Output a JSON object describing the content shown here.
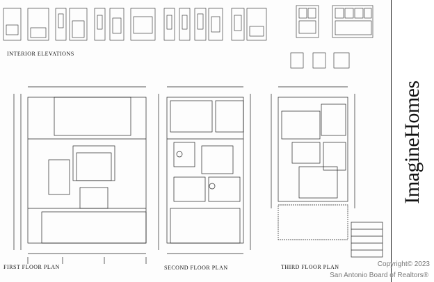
{
  "sheet": {
    "interior_elevations_title": "INTERIOR ELEVATIONS",
    "first_floor_title": "FIRST FLOOR PLAN",
    "second_floor_title": "SECOND FLOOR PLAN",
    "third_floor_title": "THIRD FLOOR PLAN"
  },
  "titleblock": {
    "brand": "ImagineHomes"
  },
  "overlay": {
    "copyright": "Copyright© 2023",
    "source": "San Antonio Board of Realtors®"
  }
}
